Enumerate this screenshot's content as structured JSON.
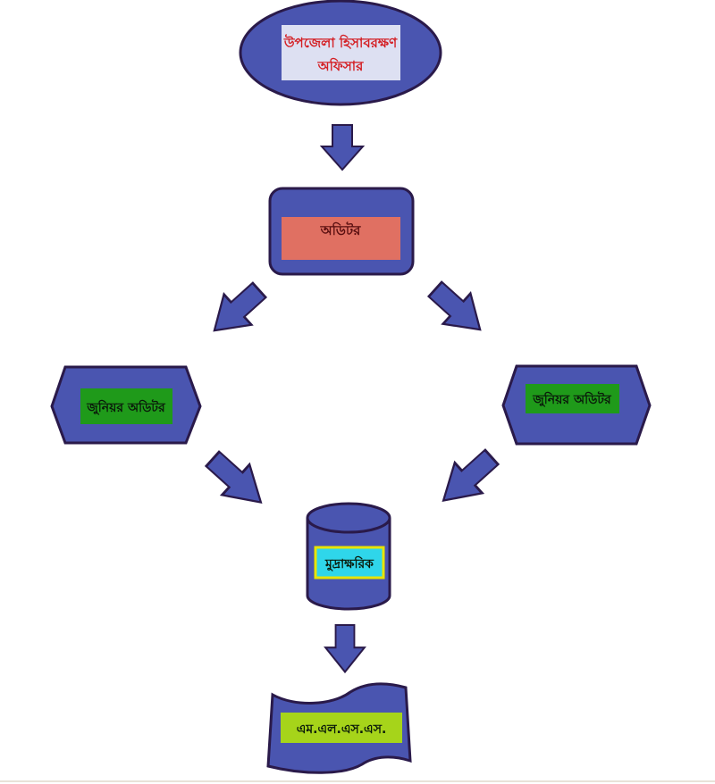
{
  "diagram": {
    "type": "organization-flowchart",
    "colors": {
      "shape_fill": "#4a55b0",
      "shape_stroke": "#2a1a4a",
      "top_label_bg": "#dde0f2",
      "top_label_text": "#d41f24",
      "auditor_label_bg": "#e07062",
      "auditor_label_text": "#5a0f10",
      "junior_label_bg": "#1f9a1a",
      "junior_label_text": "#0a1a0a",
      "typist_label_bg": "#2fd6ea",
      "typist_label_border": "#e8e400",
      "mlss_label_bg": "#a6d41a",
      "mlss_label_text": "#0a1a0a"
    },
    "nodes": {
      "upazila_accounts_officer": {
        "line1": "উপজেলা হিসাবরক্ষণ",
        "line2": "অফিসার"
      },
      "auditor": {
        "label": "অডিটর"
      },
      "junior_auditor_left": {
        "label": "জুনিয়র অডিটর"
      },
      "junior_auditor_right": {
        "label": "জুনিয়র অডিটর"
      },
      "typist": {
        "label": "মুদ্রাক্ষরিক"
      },
      "mlss": {
        "label": "এম.এল.এস.এস."
      }
    },
    "edges": [
      {
        "from": "upazila_accounts_officer",
        "to": "auditor"
      },
      {
        "from": "auditor",
        "to": "junior_auditor_left"
      },
      {
        "from": "auditor",
        "to": "junior_auditor_right"
      },
      {
        "from": "junior_auditor_left",
        "to": "typist"
      },
      {
        "from": "junior_auditor_right",
        "to": "typist"
      },
      {
        "from": "typist",
        "to": "mlss"
      }
    ]
  }
}
